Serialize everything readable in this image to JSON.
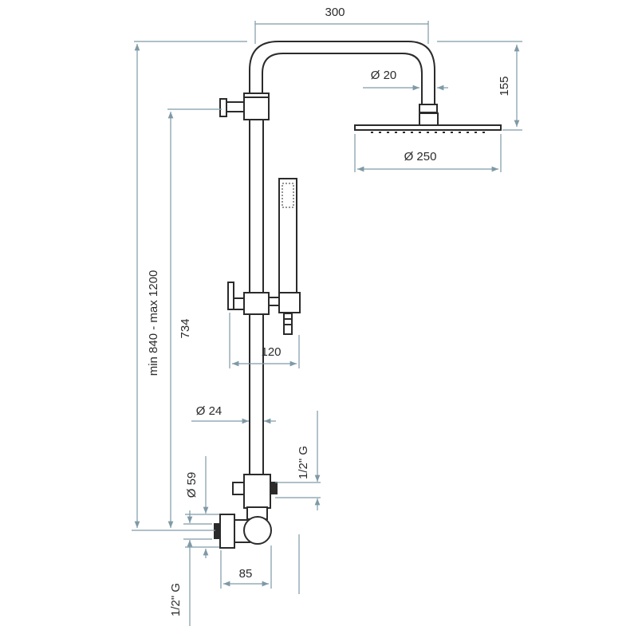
{
  "title": "Shower column technical drawing",
  "dimensions": {
    "arm_width": "300",
    "head_height": "155",
    "arm_diameter": "Ø 20",
    "head_diameter": "Ø 250",
    "total_height": "min 840 - max 1200",
    "rail_height": "734",
    "holder_offset": "120",
    "pipe_diameter": "Ø 24",
    "mixer_diameter": "Ø 59",
    "outlet_thread": "1/2\" G",
    "inlet_thread": "1/2\" G",
    "mixer_depth": "85"
  },
  "colors": {
    "line": "#2b2b2b",
    "dimension": "#7f9aa6"
  }
}
